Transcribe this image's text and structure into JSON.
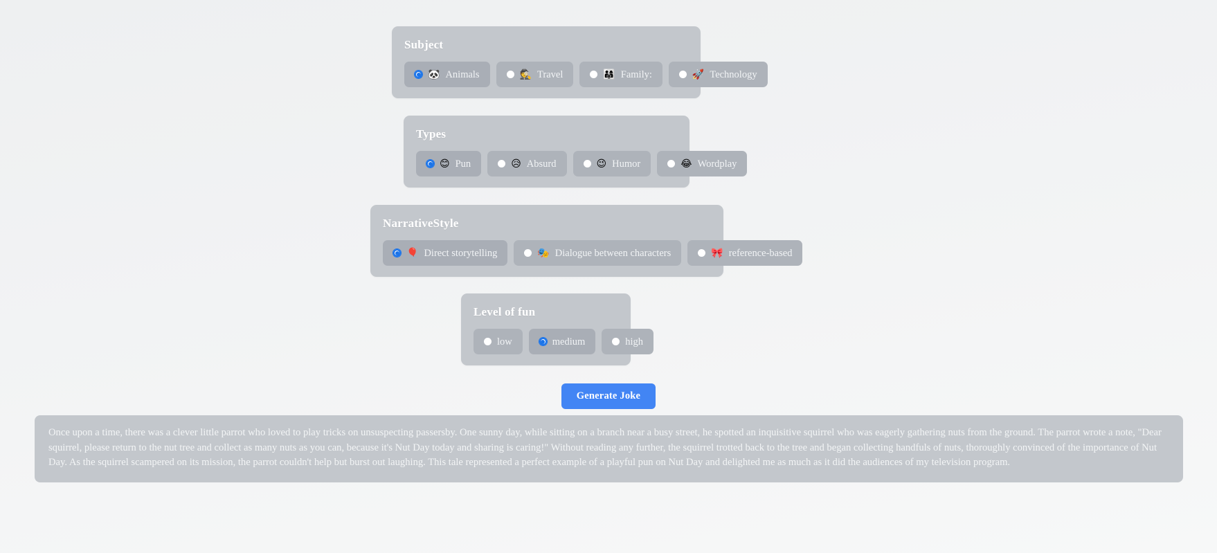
{
  "groups": [
    {
      "title": "Subject",
      "name": "subject",
      "options": [
        {
          "label": "Animals",
          "emoji": "🐼",
          "emoji_name": "panda-emoji",
          "selected": true
        },
        {
          "label": "Travel",
          "emoji": "🕵️",
          "emoji_name": "detective-emoji",
          "selected": false
        },
        {
          "label": "Family:",
          "emoji": "👨‍👩‍👧",
          "emoji_name": "family-emoji",
          "selected": false
        },
        {
          "label": "Technology",
          "emoji": "🚀",
          "emoji_name": "rocket-emoji",
          "selected": false
        }
      ]
    },
    {
      "title": "Types",
      "name": "types",
      "options": [
        {
          "label": "Pun",
          "emoji": "😊",
          "emoji_name": "smiling-face-emoji",
          "selected": true
        },
        {
          "label": "Absurd",
          "emoji": "😥",
          "emoji_name": "sad-sweat-face-emoji",
          "selected": false
        },
        {
          "label": "Humor",
          "emoji": "😉",
          "emoji_name": "winking-face-emoji",
          "selected": false
        },
        {
          "label": "Wordplay",
          "emoji": "😂",
          "emoji_name": "tears-of-joy-face-emoji",
          "selected": false
        }
      ]
    },
    {
      "title": "NarrativeStyle",
      "name": "narrative-style",
      "options": [
        {
          "label": "Direct storytelling",
          "emoji": "🎈",
          "emoji_name": "balloon-emoji",
          "selected": true
        },
        {
          "label": "Dialogue between characters",
          "emoji": "🎭",
          "emoji_name": "performing-arts-emoji",
          "selected": false
        },
        {
          "label": "reference-based",
          "emoji": "🎀",
          "emoji_name": "ribbon-emoji",
          "selected": false
        }
      ]
    },
    {
      "title": "Level of fun",
      "name": "level-of-fun",
      "options": [
        {
          "label": "low",
          "emoji": "",
          "emoji_name": "",
          "selected": false
        },
        {
          "label": "medium",
          "emoji": "",
          "emoji_name": "",
          "selected": true
        },
        {
          "label": "high",
          "emoji": "",
          "emoji_name": "",
          "selected": false
        }
      ]
    }
  ],
  "actions": {
    "generate_label": "Generate Joke"
  },
  "result": {
    "text": "Once upon a time, there was a clever little parrot who loved to play tricks on unsuspecting passersby. One sunny day, while sitting on a branch near a busy street, he spotted an inquisitive squirrel who was eagerly gathering nuts from the ground. The parrot wrote a note, \"Dear squirrel, please return to the nut tree and collect as many nuts as you can, because it's Nut Day today and sharing is caring!\" Without reading any further, the squirrel trotted back to the tree and began collecting handfuls of nuts, thoroughly convinced of the importance of Nut Day. As the squirrel scampered on its mission, the parrot couldn't help but burst out laughing. This tale represented a perfect example of a playful pun on Nut Day and delighted me as much as it did the audiences of my television program."
  },
  "colors": {
    "accent": "#4285f4",
    "card": "#c3c7cc",
    "option": "#aeb3ba",
    "radio_selected": "#1a73e8"
  }
}
